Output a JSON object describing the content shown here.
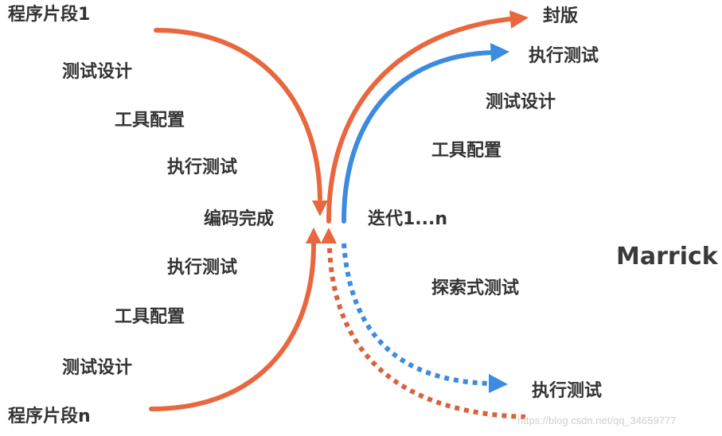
{
  "left": {
    "top_segment": "程序片段1",
    "top_steps": [
      "测试设计",
      "工具配置",
      "执行测试"
    ],
    "center": "编码完成",
    "bottom_steps": [
      "执行测试",
      "工具配置",
      "测试设计"
    ],
    "bottom_segment": "程序片段n"
  },
  "right": {
    "release": "封版",
    "execute_top": "执行测试",
    "steps": [
      "测试设计",
      "工具配置"
    ],
    "iteration": "迭代1...n",
    "exploratory": "探索式测试",
    "execute_bottom": "执行测试"
  },
  "brand": "Marrick",
  "watermark": "https://blog.csdn.net/qq_34659777",
  "colors": {
    "orange": "#E8673E",
    "blue": "#3D8BE0",
    "text": "#333333"
  }
}
